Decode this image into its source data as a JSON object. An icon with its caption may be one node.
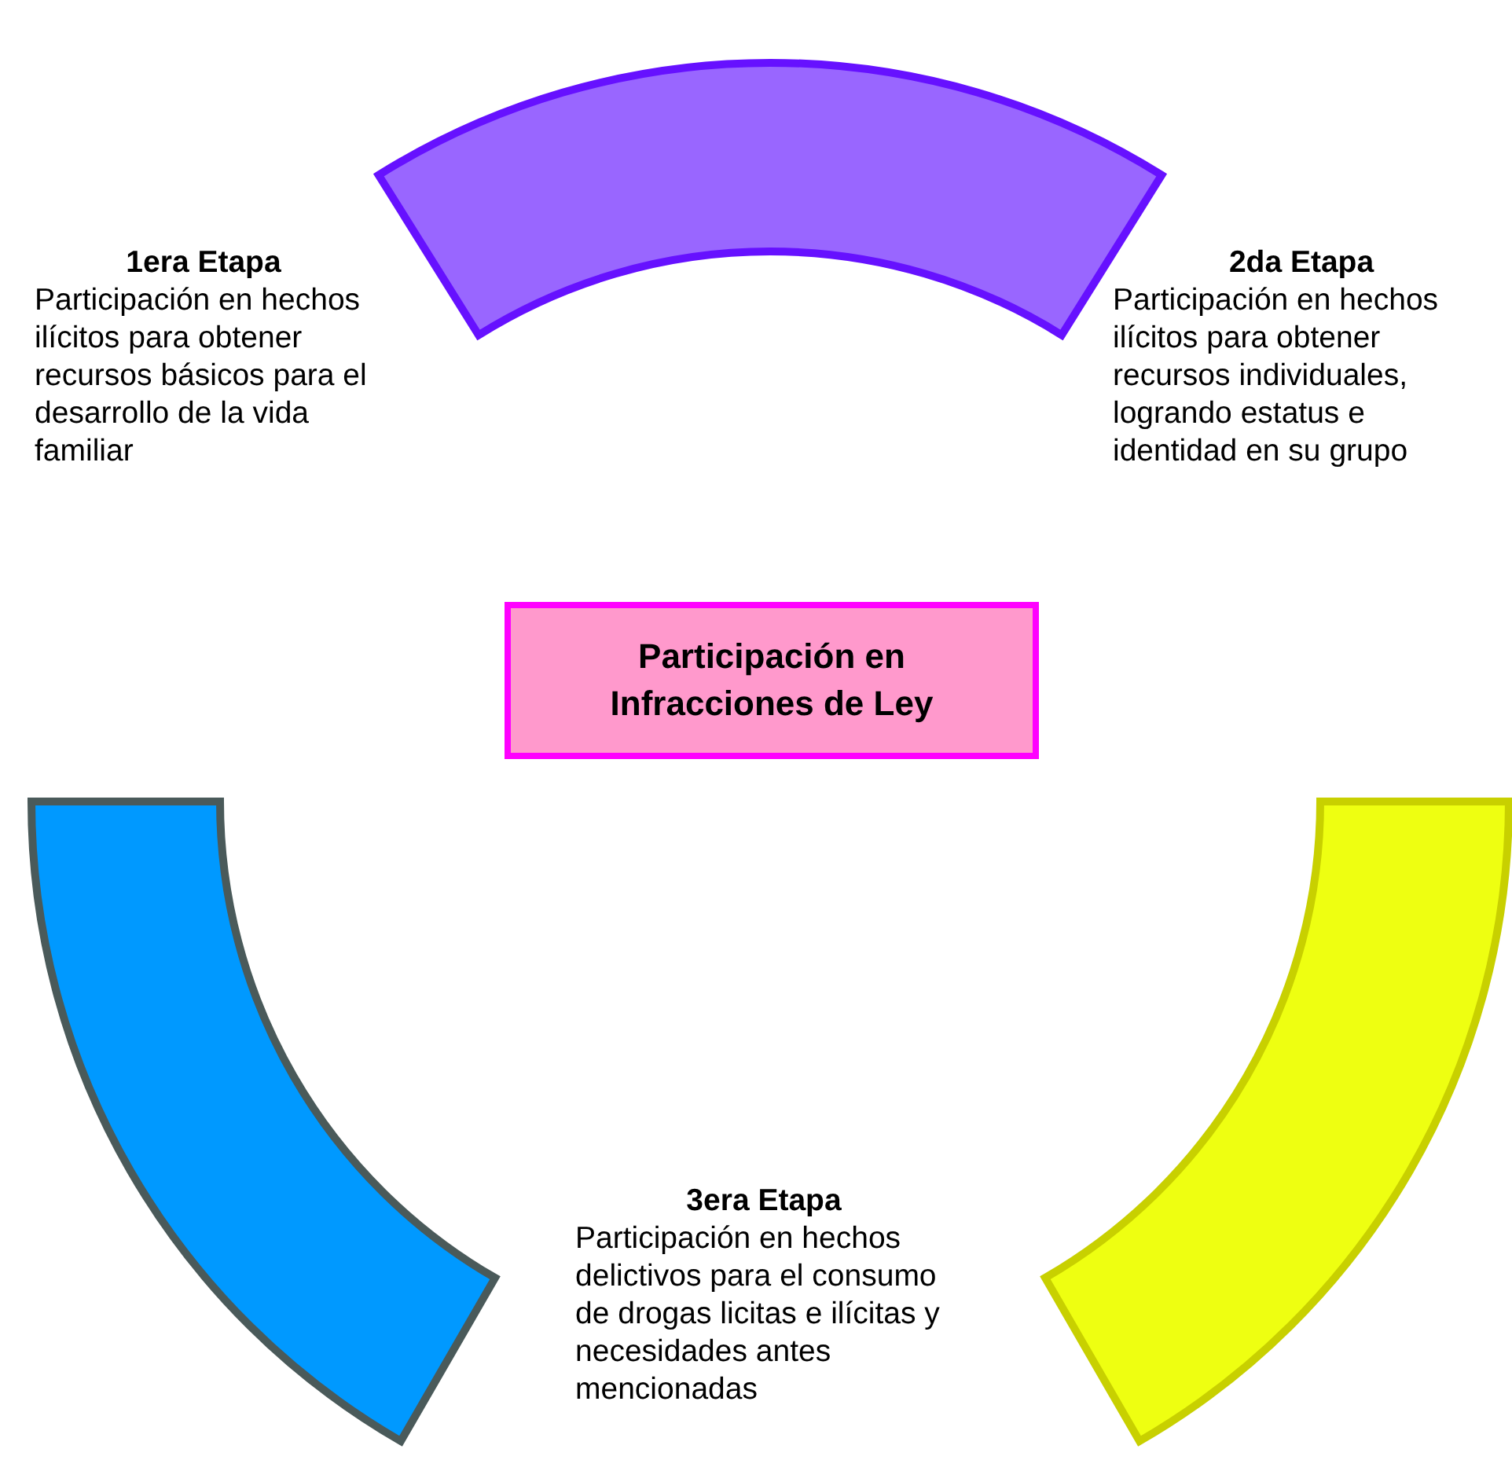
{
  "diagram": {
    "nodes": [
      {
        "text": [],
        "shape": "arc"
      },
      {
        "text": [
          "Participación en Infracciones de Ley"
        ]
      },
      {
        "text": [],
        "shape": "arc"
      },
      {
        "text": [],
        "shape": "arc"
      }
    ],
    "labels": [
      "1era Etapa",
      "Participación en hechos ilícitos para obtener recursos básicos para el desarrollo de la vida familiar",
      "2da Etapa",
      "Participación en hechos ilícitos para obtener recursos individuales, logrando estatus e identidad en su grupo",
      "3era Etapa",
      "Participación en hechos delictivos para el consumo de drogas licitas e ilícitas y necesidades antes mencionadas"
    ]
  }
}
